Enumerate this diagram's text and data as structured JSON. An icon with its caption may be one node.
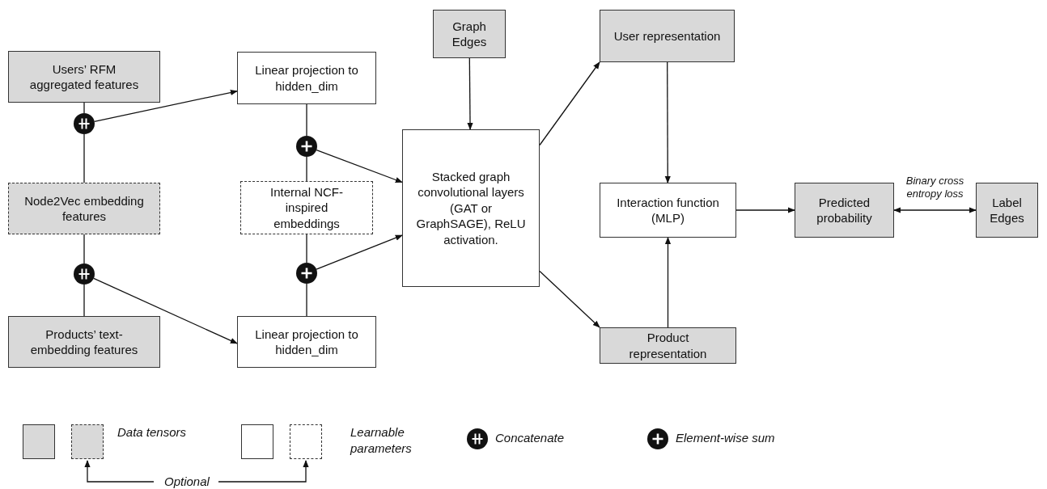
{
  "diagram": {
    "nodes": [
      {
        "text": [
          "Users’ RFM aggregated features"
        ]
      },
      {
        "text": [],
        "shape": "circle"
      },
      {
        "text": [
          "Node2Vec embedding features"
        ]
      },
      {
        "text": [],
        "shape": "circle"
      },
      {
        "text": [
          "Products’ text-embedding features"
        ]
      },
      {
        "text": [
          "Linear projection to hidden_dim"
        ]
      },
      {
        "text": [],
        "shape": "circle"
      },
      {
        "text": [
          "Internal NCF-inspired embeddings"
        ]
      },
      {
        "text": [],
        "shape": "circle"
      },
      {
        "text": [
          "Linear projection to hidden_dim"
        ]
      },
      {
        "text": [
          "Graph Edges"
        ]
      },
      {
        "text": [
          "Stacked graph convolutional layers (GAT or GraphSAGE), ReLU activation."
        ]
      },
      {
        "text": [
          "User representation"
        ]
      },
      {
        "text": [
          "Interaction function (MLP)"
        ]
      },
      {
        "text": [
          "Product representation"
        ]
      },
      {
        "text": [
          "Predicted probability"
        ]
      },
      {
        "text": [
          "Label Edges"
        ]
      }
    ],
    "edges": [
      {
        "from": 0,
        "to": 1,
        "arrow": "none"
      },
      {
        "from": 2,
        "to": 1,
        "arrow": "none"
      },
      {
        "from": 1,
        "to": 5,
        "arrow": "to"
      },
      {
        "from": 2,
        "to": 3,
        "arrow": "none"
      },
      {
        "from": 4,
        "to": 3,
        "arrow": "none"
      },
      {
        "from": 3,
        "to": 9,
        "arrow": "to"
      },
      {
        "from": 5,
        "to": 6,
        "arrow": "none"
      },
      {
        "from": 7,
        "to": 6,
        "arrow": "none"
      },
      {
        "from": 6,
        "to": 11,
        "arrow": "to"
      },
      {
        "from": 7,
        "to": 8,
        "arrow": "none"
      },
      {
        "from": 9,
        "to": 8,
        "arrow": "none"
      },
      {
        "from": 8,
        "to": 11,
        "arrow": "to"
      },
      {
        "from": 10,
        "to": 11,
        "arrow": "to"
      },
      {
        "from": 11,
        "to": 12,
        "arrow": "to"
      },
      {
        "from": 11,
        "to": 14,
        "arrow": "to"
      },
      {
        "from": 12,
        "to": 13,
        "arrow": "to"
      },
      {
        "from": 14,
        "to": 13,
        "arrow": "to"
      },
      {
        "from": 13,
        "to": 15,
        "arrow": "to"
      },
      {
        "from": 15,
        "to": 16,
        "arrow": "both",
        "label": "Binary cross entropy loss"
      }
    ],
    "labels": [
      "Optional"
    ],
    "legend": [
      {
        "text": "Data tensors",
        "color": "#d9d9d9"
      },
      {
        "text": "Learnable parameters",
        "color": "#ffffff"
      },
      {
        "text": "Concatenate"
      },
      {
        "text": "Element-wise sum"
      }
    ]
  }
}
